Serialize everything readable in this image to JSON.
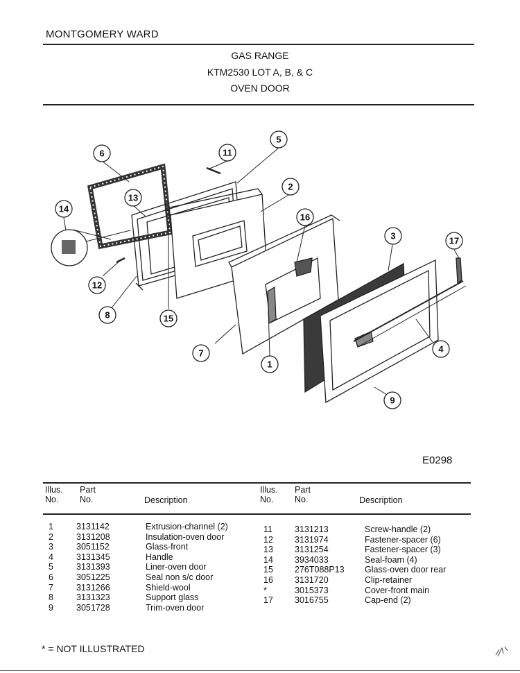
{
  "header": {
    "brand": "MONTGOMERY WARD",
    "product": "GAS RANGE",
    "model": "KTM2530 LOT A, B, & C",
    "section": "OVEN DOOR"
  },
  "diagram": {
    "code": "E0298",
    "callouts": [
      "1",
      "2",
      "3",
      "4",
      "5",
      "6",
      "7",
      "8",
      "9",
      "11",
      "12",
      "13",
      "14",
      "15",
      "16",
      "17"
    ]
  },
  "parts_table": {
    "col_headers": {
      "illus_line1": "Illus.",
      "illus_line2": "No.",
      "part_line1": "Part",
      "part_line2": "No.",
      "description": "Description"
    },
    "left_rows": [
      {
        "illus": "1",
        "part": "3131142",
        "desc": "Extrusion-channel (2)"
      },
      {
        "illus": "2",
        "part": "3131208",
        "desc": "Insulation-oven door"
      },
      {
        "illus": "3",
        "part": "3051152",
        "desc": "Glass-front"
      },
      {
        "illus": "4",
        "part": "3131345",
        "desc": "Handle"
      },
      {
        "illus": "5",
        "part": "3131393",
        "desc": "Liner-oven door"
      },
      {
        "illus": "6",
        "part": "3051225",
        "desc": "Seal non s/c door"
      },
      {
        "illus": "7",
        "part": "3131266",
        "desc": "Shield-wool"
      },
      {
        "illus": "8",
        "part": "3131323",
        "desc": "Support glass"
      },
      {
        "illus": "9",
        "part": "3051728",
        "desc": "Trim-oven door"
      }
    ],
    "right_rows": [
      {
        "illus": "11",
        "part": "3131213",
        "desc": "Screw-handle (2)"
      },
      {
        "illus": "12",
        "part": "3131974",
        "desc": "Fastener-spacer (6)"
      },
      {
        "illus": "13",
        "part": "3131254",
        "desc": "Fastener-spacer (3)"
      },
      {
        "illus": "14",
        "part": "3934033",
        "desc": "Seal-foam (4)"
      },
      {
        "illus": "15",
        "part": "276T088P13",
        "desc": "Glass-oven door rear"
      },
      {
        "illus": "16",
        "part": "3131720",
        "desc": "Clip-retainer"
      },
      {
        "illus": "*",
        "part": "3015373",
        "desc": "Cover-front main"
      },
      {
        "illus": "17",
        "part": "3016755",
        "desc": "Cap-end (2)"
      }
    ]
  },
  "footnote": "* = NOT ILLUSTRATED"
}
